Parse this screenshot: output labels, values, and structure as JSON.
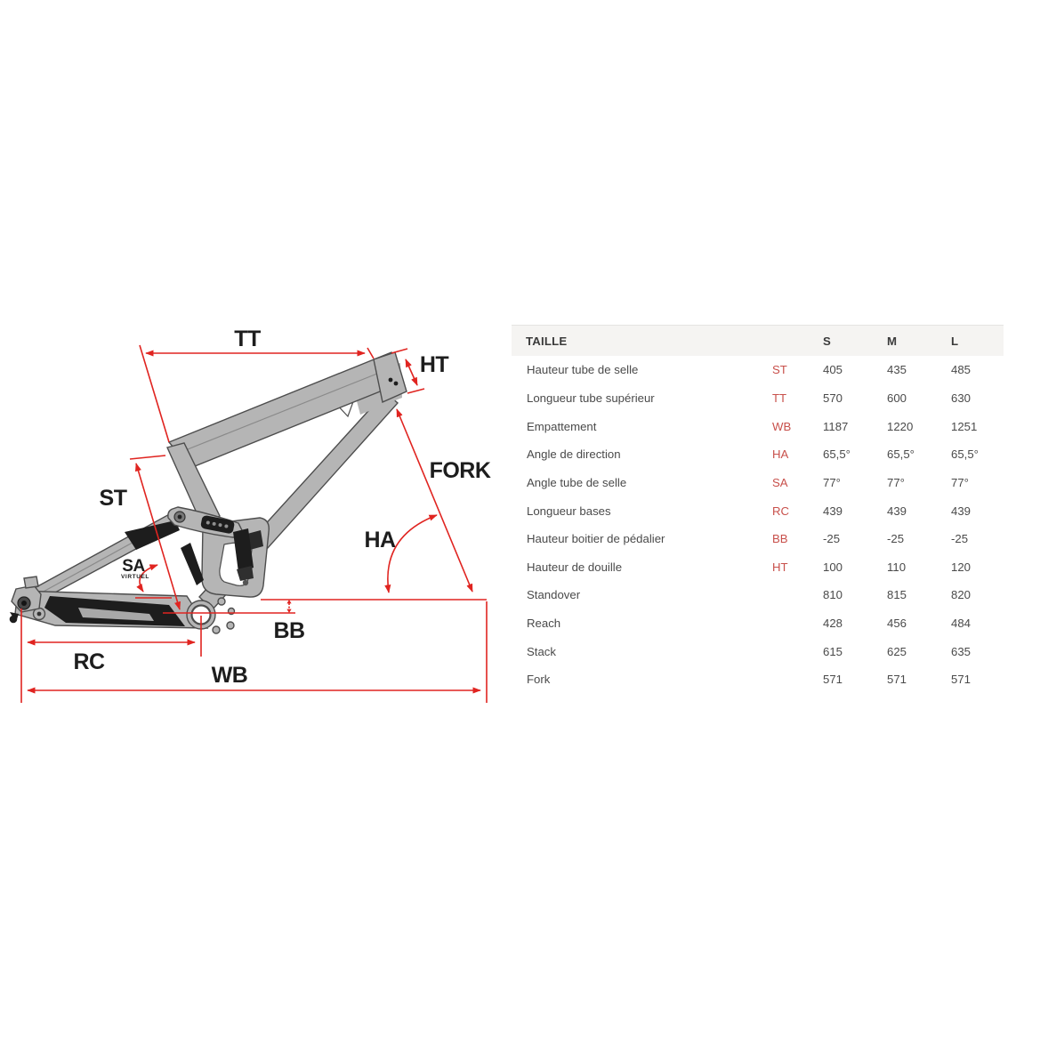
{
  "diagram": {
    "labels": {
      "tt": "TT",
      "ht": "HT",
      "fork": "FORK",
      "ha": "HA",
      "st": "ST",
      "sa": "SA",
      "sa_sub": "VIRTUEL",
      "bb": "BB",
      "rc": "RC",
      "wb": "WB"
    },
    "colors": {
      "dimension_red": "#e02420",
      "frame_gray": "#b5b5b5",
      "frame_outline": "#4d4d4d",
      "frame_black": "#1d1d1d"
    }
  },
  "table": {
    "header": {
      "title": "TAILLE",
      "cols": [
        "S",
        "M",
        "L"
      ]
    },
    "header_bg": "#f5f4f2",
    "code_color": "#c8504b",
    "rows": [
      {
        "label": "Hauteur tube de selle",
        "code": "ST",
        "s": "405",
        "m": "435",
        "l": "485"
      },
      {
        "label": "Longueur tube supérieur",
        "code": "TT",
        "s": "570",
        "m": "600",
        "l": "630"
      },
      {
        "label": "Empattement",
        "code": "WB",
        "s": "1187",
        "m": "1220",
        "l": "1251"
      },
      {
        "label": "Angle de direction",
        "code": "HA",
        "s": "65,5°",
        "m": "65,5°",
        "l": "65,5°"
      },
      {
        "label": "Angle tube de selle",
        "code": "SA",
        "s": "77°",
        "m": "77°",
        "l": "77°"
      },
      {
        "label": "Longueur bases",
        "code": "RC",
        "s": "439",
        "m": "439",
        "l": "439"
      },
      {
        "label": "Hauteur boitier de pédalier",
        "code": "BB",
        "s": "-25",
        "m": "-25",
        "l": "-25"
      },
      {
        "label": "Hauteur de douille",
        "code": "HT",
        "s": "100",
        "m": "110",
        "l": "120"
      },
      {
        "label": "Standover",
        "code": "",
        "s": "810",
        "m": "815",
        "l": "820"
      },
      {
        "label": "Reach",
        "code": "",
        "s": "428",
        "m": "456",
        "l": "484"
      },
      {
        "label": "Stack",
        "code": "",
        "s": "615",
        "m": "625",
        "l": "635"
      },
      {
        "label": "Fork",
        "code": "",
        "s": "571",
        "m": "571",
        "l": "571"
      }
    ]
  }
}
